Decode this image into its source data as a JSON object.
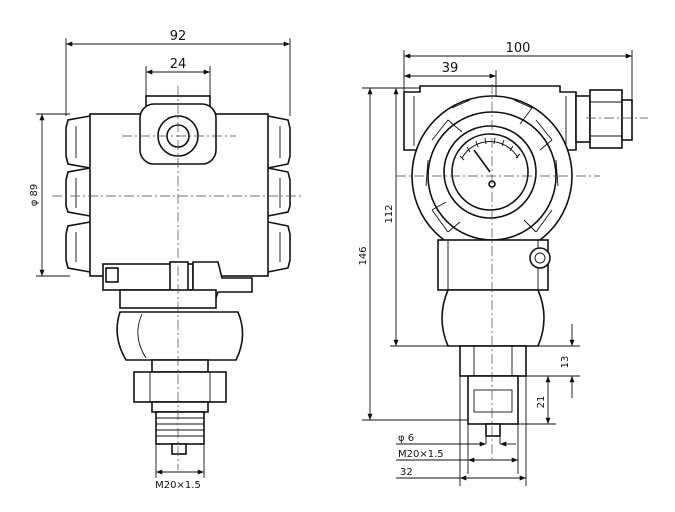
{
  "front_view": {
    "width_dim": "92",
    "head_dim": "24",
    "diameter_dim": "φ 89",
    "thread_label": "M20×1.5"
  },
  "side_view": {
    "width_dim": "100",
    "offset_dim": "39",
    "upper_height_dim": "112",
    "total_height_dim": "146",
    "hex_height_dim": "13",
    "thread_len_dim": "21",
    "hole_dim": "φ 6",
    "thread_label": "M20×1.5",
    "hex_size_dim": "32"
  }
}
